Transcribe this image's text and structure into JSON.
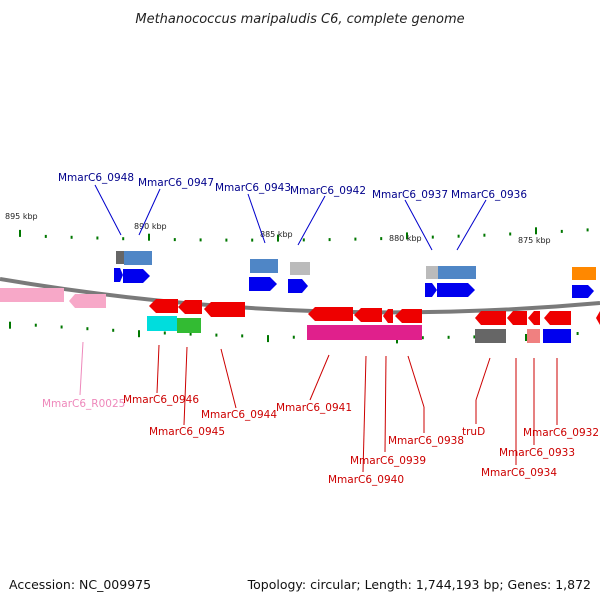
{
  "title": "Methanococcus maripaludis C6, complete genome",
  "footer": {
    "accession": "Accession: NC_009975",
    "topology": "Topology: circular; Length: 1,744,193 bp; Genes: 1,872"
  },
  "ticks": [
    "895 kbp",
    "890 kbp",
    "885 kbp",
    "880 kbp",
    "875 kbp"
  ],
  "labels_top": [
    "MmarC6_0948",
    "MmarC6_0947",
    "MmarC6_0943",
    "MmarC6_0942",
    "MmarC6_0937",
    "MmarC6_0936"
  ],
  "labels_bottom": [
    "MmarC6_R0025",
    "MmarC6_0946",
    "MmarC6_0945",
    "MmarC6_0944",
    "MmarC6_0941",
    "MmarC6_0938",
    "MmarC6_0939",
    "MmarC6_0940",
    "truD",
    "MmarC6_0934",
    "MmarC6_0933",
    "MmarC6_0932"
  ],
  "colors": {
    "top_label": "#00008b",
    "bottom_label": "#cc0000",
    "rna_label": "#ee88bb",
    "cds_forward": "#0000ee",
    "cds_reverse": "#ee0000",
    "backbone": "#888888",
    "tick": "#007700"
  }
}
